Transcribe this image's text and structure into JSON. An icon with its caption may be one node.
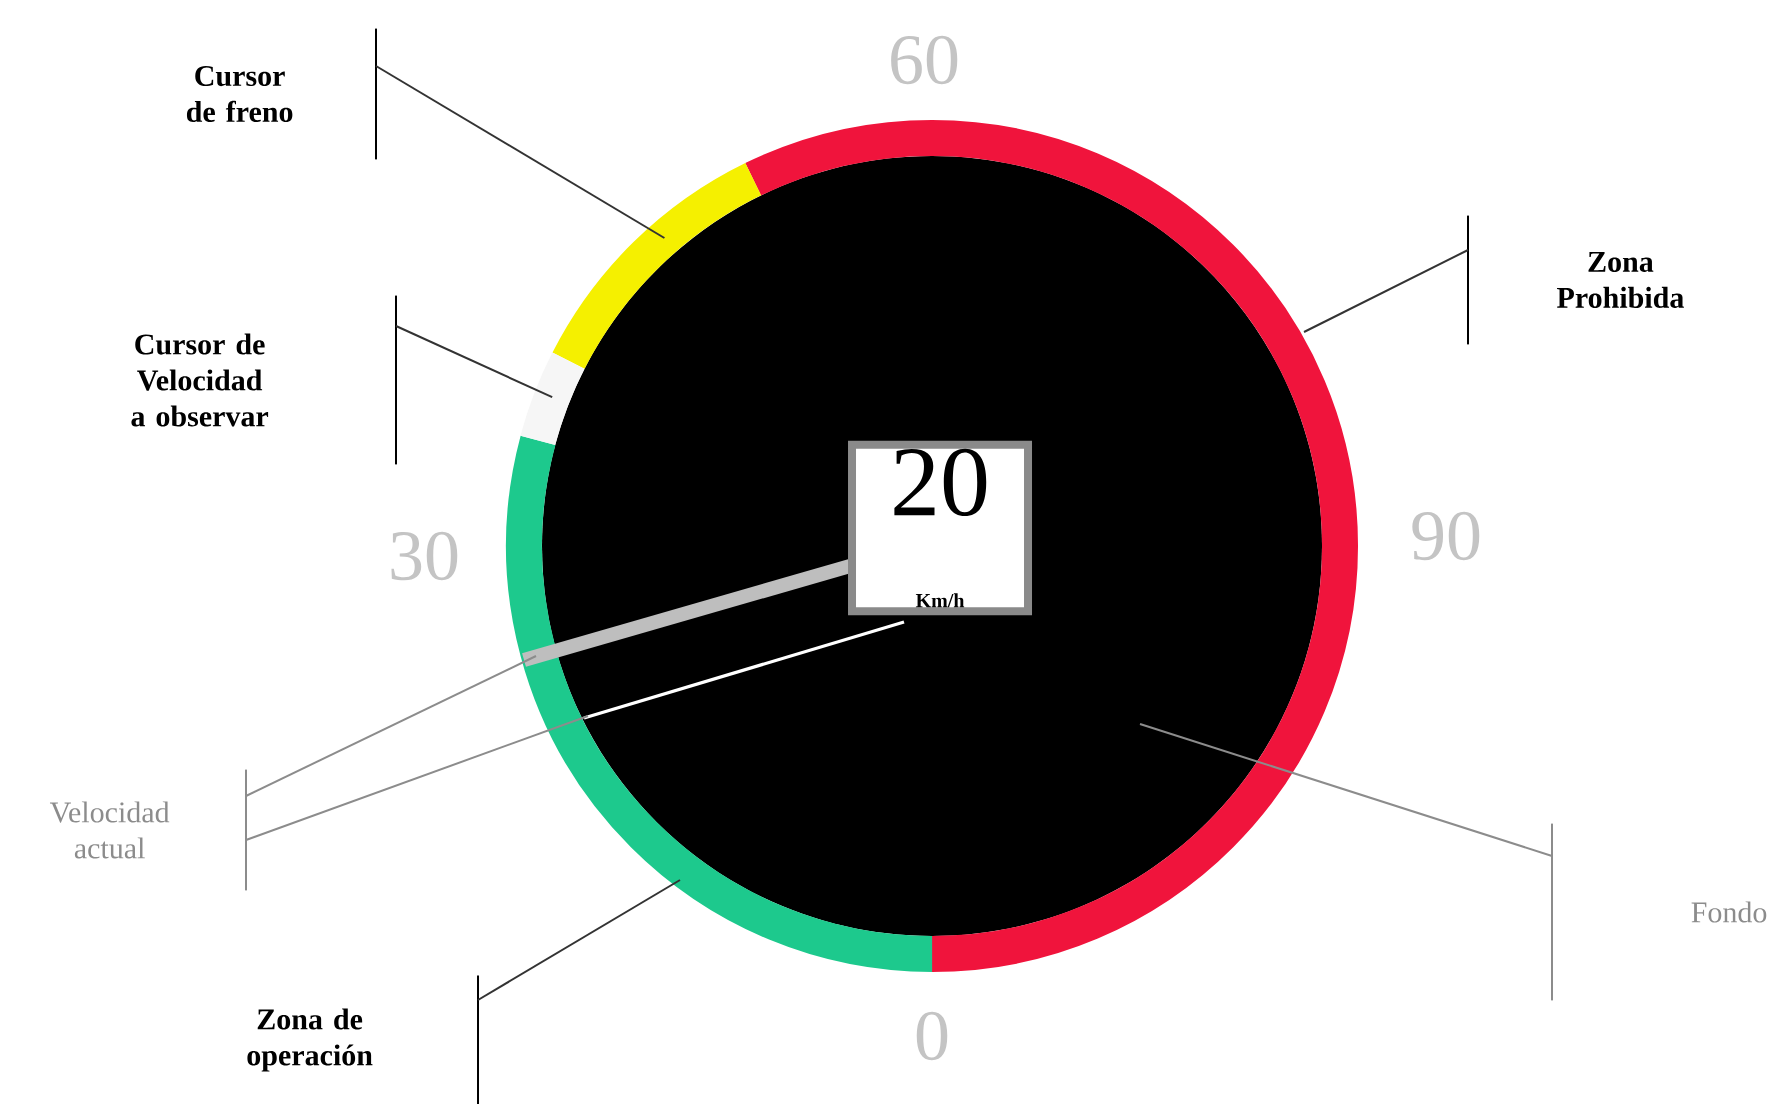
{
  "diagram": {
    "nodes": [
      {
        "text": [
          "Cursor de freno"
        ]
      },
      {
        "text": [
          "Cursor de Velocidad a observar"
        ]
      },
      {
        "text": [
          "Zona Prohibida"
        ]
      },
      {
        "text": [
          "Velocidad actual"
        ]
      },
      {
        "text": [
          "Zona de operación"
        ]
      },
      {
        "text": [
          "Fondo"
        ]
      },
      {
        "text": [],
        "shape": "circle"
      },
      {
        "text": [
          "20",
          "Km/h"
        ],
        "in": 6
      },
      {
        "text": [],
        "shape": "line"
      },
      {
        "text": [],
        "shape": "line",
        "in": 6
      },
      {
        "text": [],
        "shape": "arc"
      },
      {
        "text": [],
        "shape": "arc"
      }
    ],
    "edges": [
      {
        "from": 0,
        "to": 10,
        "arrow": "none"
      },
      {
        "from": 1,
        "to": 11,
        "arrow": "none"
      },
      {
        "from": 2,
        "to": null,
        "arrow": "none"
      },
      {
        "from": 3,
        "to": 8,
        "arrow": "none",
        "color": "#8c8c8c"
      },
      {
        "from": 3,
        "to": 9,
        "arrow": "none",
        "color": "#8c8c8c"
      },
      {
        "from": 4,
        "to": null,
        "arrow": "none"
      },
      {
        "from": 5,
        "to": 6,
        "arrow": "none",
        "color": "#8c8c8c"
      }
    ],
    "labels": [
      "60",
      "30",
      "90",
      "0"
    ]
  }
}
